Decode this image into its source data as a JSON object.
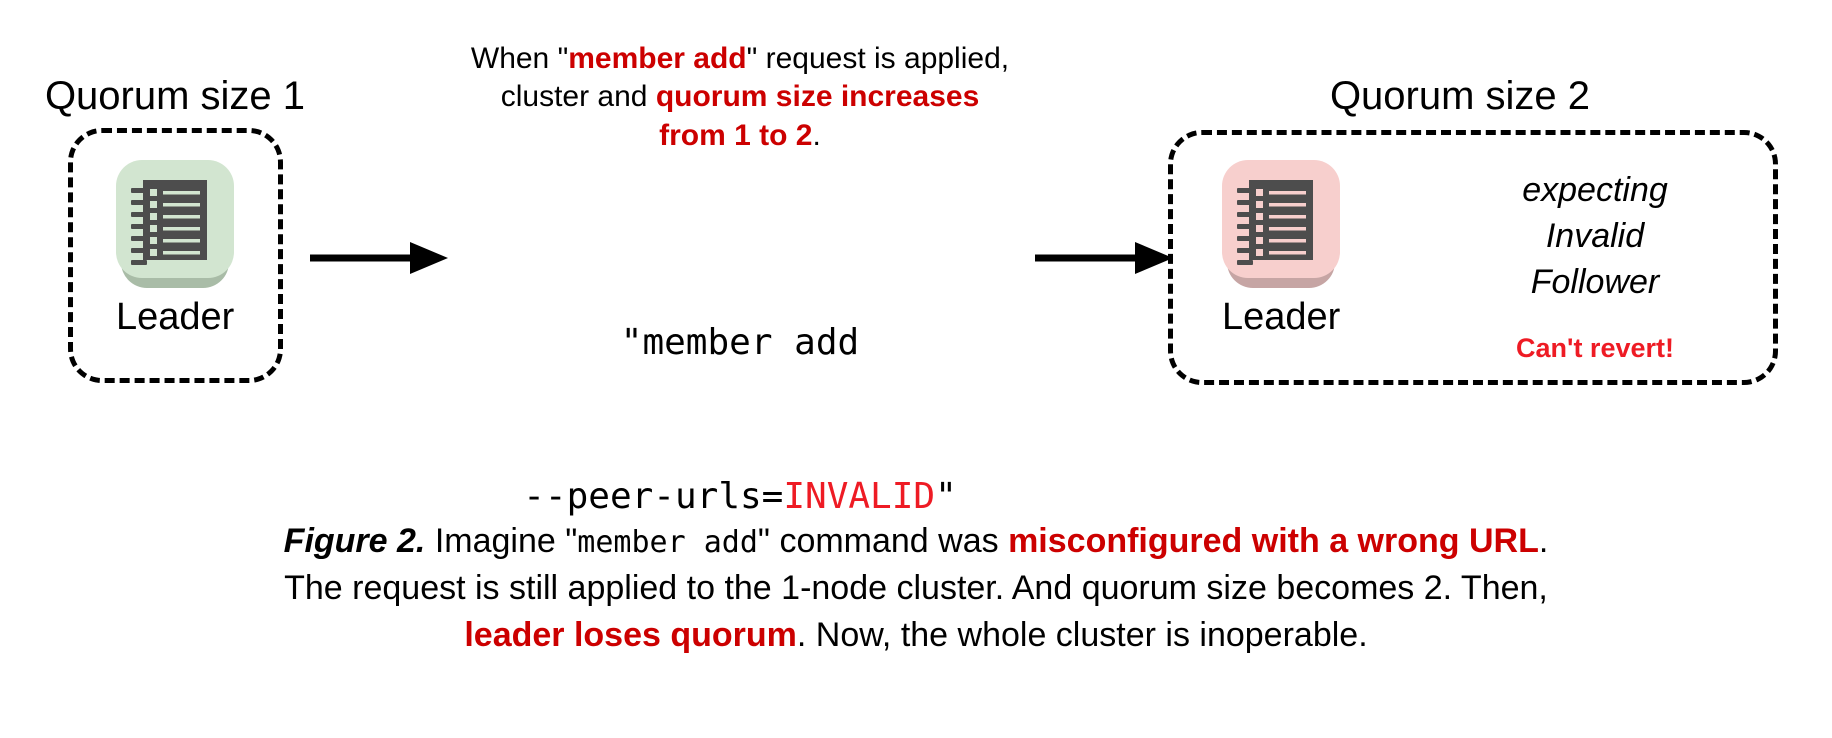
{
  "figure": {
    "left_cluster": {
      "quorum_label": "Quorum size 1",
      "node_label": "Leader",
      "icon_name": "ledger-icon",
      "icon_color": "#d2e5d0",
      "icon_shadow_color": "#a9bca7",
      "glyph_color": "#4d4d4d"
    },
    "right_cluster": {
      "quorum_label": "Quorum size 2",
      "node_label": "Leader",
      "icon_name": "ledger-icon",
      "icon_color": "#f7cfcd",
      "icon_shadow_color": "#c6a5a4",
      "glyph_color": "#4d4d4d",
      "expecting_line1": "expecting",
      "expecting_line2": "Invalid",
      "expecting_line3": "Follower",
      "warning": "Can't revert!"
    },
    "top_note": {
      "part1": "When \"",
      "emph1": "member add",
      "part2": "\" request is applied,",
      "part3": "cluster and ",
      "emph2": "quorum size increases",
      "emph3": "from 1 to 2",
      "part4": "."
    },
    "command": {
      "line1": "\"member add",
      "line2_prefix": "--peer-urls=",
      "line2_invalid": "INVALID",
      "line2_suffix": "\""
    },
    "caption": {
      "fig_num": "Figure 2.",
      "text1": " Imagine \"",
      "mono1": "member add",
      "text2": "\" command was ",
      "hl1": "misconfigured with a wrong URL",
      "text3": ".",
      "line2": "The request is still applied to the 1-node cluster. And quorum size becomes 2. Then,",
      "hl2": "leader loses quorum",
      "text4": ". Now, the whole cluster is inoperable."
    },
    "colors": {
      "accent_red": "#cc0000",
      "invalid_red": "#ee1b24",
      "text_black": "#000000"
    },
    "arrows": {
      "arrow1_name": "arrow-left-to-command",
      "arrow2_name": "arrow-command-to-right"
    }
  }
}
